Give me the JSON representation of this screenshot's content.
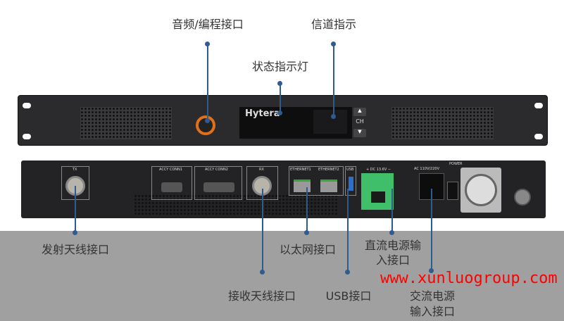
{
  "callouts_top": {
    "audio": "音频/编程接口",
    "channel": "信道指示",
    "status": "状态指示灯"
  },
  "callouts_bottom": {
    "tx": "发射天线接口",
    "rx": "接收天线接口",
    "ethernet": "以太网接口",
    "usb": "USB接口",
    "dc_line1": "直流电源输",
    "dc_line2": "入接口",
    "ac_line1": "交流电源",
    "ac_line2": "输入接口"
  },
  "device": {
    "brand": "Hytera",
    "ch_button": "CH",
    "rear_labels": {
      "tx": "TX",
      "accy1": "ACCY CONN1",
      "accy2": "ACCY CONN2",
      "rx": "RX",
      "eth1": "ETHERNET1",
      "eth2": "ETHERNET2",
      "usb": "USB",
      "dc": "+ DC 13.6V −",
      "ac": "AC 110V/220V",
      "power": "POWER"
    }
  },
  "watermark": "www.xunluogroup.com",
  "colors": {
    "callout_line": "#2f5b8f",
    "band": "#a0a0a0",
    "watermark": "#ff0000",
    "dc_connector": "#3fbf6a"
  }
}
